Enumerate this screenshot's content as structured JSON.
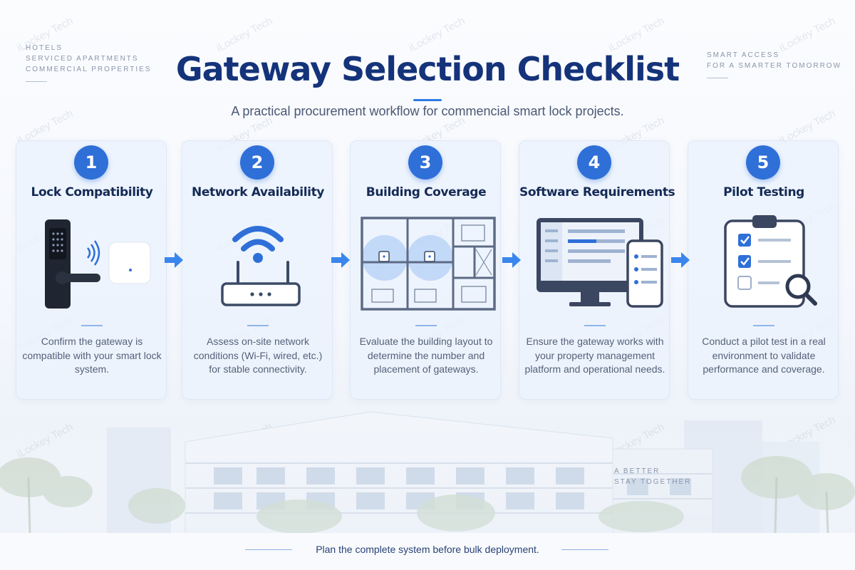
{
  "tags": {
    "left": [
      "HOTELS",
      "SERVICED APARTMENTS",
      "COMMERCIAL PROPERTIES"
    ],
    "right": [
      "SMART ACCESS",
      "FOR A SMARTER TOMORROW"
    ],
    "middle": [
      "A BETTER",
      "STAY TOGETHER"
    ]
  },
  "header": {
    "title": "Gateway Selection Checklist",
    "subtitle": "A practical procurement workflow for commencial smart lock projects."
  },
  "steps": [
    {
      "number": "1",
      "title": "Lock Compatibility",
      "icon": "lock-gateway-icon",
      "description": "Confirm the gateway is compatible with your smart lock system."
    },
    {
      "number": "2",
      "title": "Network Availability",
      "icon": "wifi-router-icon",
      "description": "Assess on-site network conditions (Wi-Fi, wired, etc.) for stable connectivity."
    },
    {
      "number": "3",
      "title": "Building Coverage",
      "icon": "floor-plan-icon",
      "description": "Evaluate the building layout to determine the number and placement of gateways."
    },
    {
      "number": "4",
      "title": "Software Requirements",
      "icon": "monitor-phone-icon",
      "description": "Ensure the gateway works with your property management platform and operational needs."
    },
    {
      "number": "5",
      "title": "Pilot Testing",
      "icon": "clipboard-checklist-icon",
      "description": "Conduct a pilot test in a real environment to validate performance and coverage."
    }
  ],
  "footer": {
    "text": "Plan the complete system before bulk deployment."
  },
  "watermark": "iLockey Tech",
  "colors": {
    "title": "#14337a",
    "accent": "#2f6fd8",
    "card_background": "#ebf2fc",
    "body_text": "#55617a"
  }
}
